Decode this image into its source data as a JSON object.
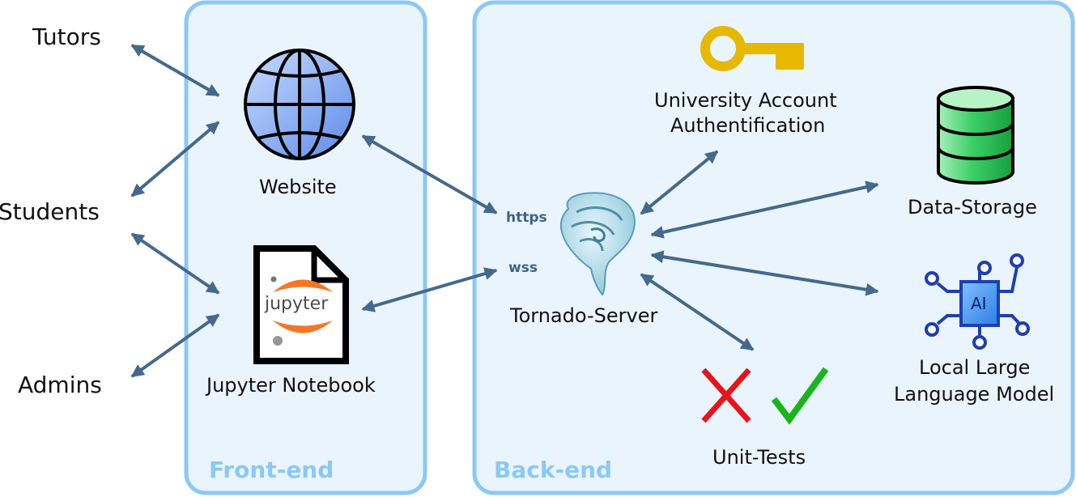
{
  "actors": {
    "tutors": "Tutors",
    "students": "Students",
    "admins": "Admins"
  },
  "frontend": {
    "label": "Front-end",
    "website": "Website",
    "jupyter_logo": "jupyter",
    "notebook": "Jupyter Notebook"
  },
  "backend": {
    "label": "Back-end",
    "server": "Tornado-Server",
    "https": "https",
    "wss": "wss",
    "auth_line1": "University Account",
    "auth_line2": "Authentification",
    "storage": "Data-Storage",
    "llm_line1": "Local Large",
    "llm_line2": "Language Model",
    "ai_chip": "AI",
    "tests": "Unit-Tests"
  },
  "colors": {
    "panel_fill": "#eaf4fd",
    "panel_border": "#8cc8f5",
    "arrow": "#44698c",
    "key": "#e6b800",
    "storage": "#22b24c",
    "chip": "#1e3fb0",
    "cross": "#e8141c",
    "check": "#1bb51b"
  },
  "icons": [
    "globe-icon",
    "jupyter-file-icon",
    "tornado-icon",
    "key-icon",
    "database-icon",
    "ai-chip-icon",
    "cross-icon",
    "check-icon"
  ]
}
